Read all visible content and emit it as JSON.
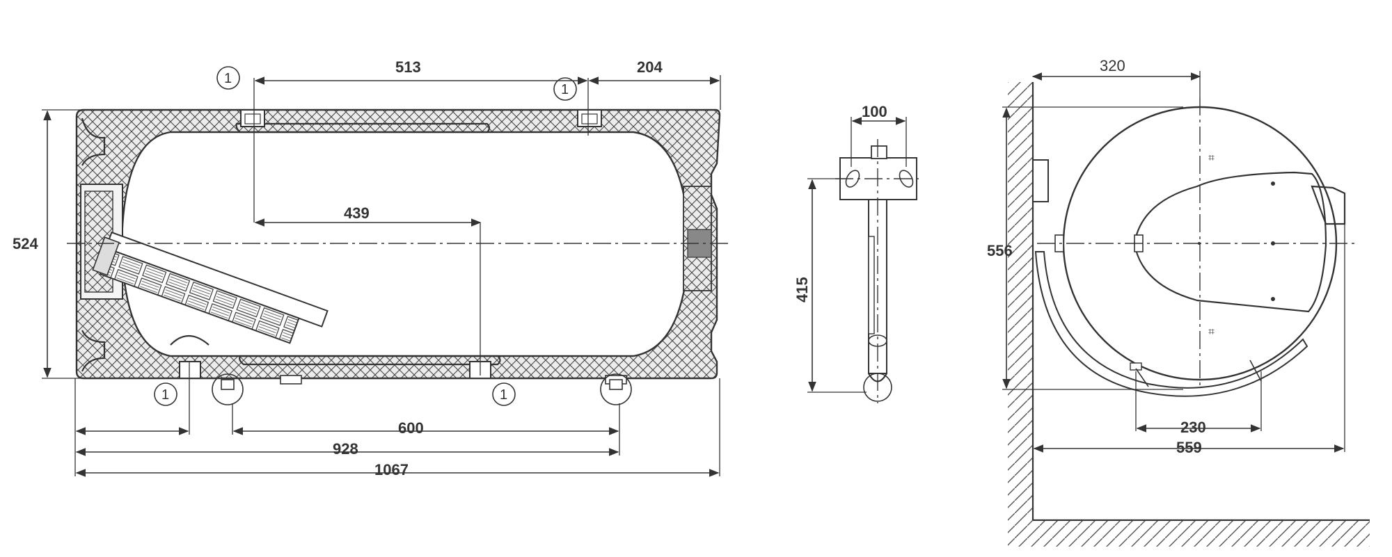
{
  "dimensions": {
    "d513": "513",
    "d204": "204",
    "d439": "439",
    "d524": "524",
    "d600": "600",
    "d928": "928",
    "d1067": "1067",
    "d100": "100",
    "d415": "415",
    "d320": "320",
    "d556": "556",
    "d230": "230",
    "d559": "559"
  },
  "markers": {
    "connection": "1"
  },
  "colors": {
    "line": "#333333",
    "insulation_fill": "#e9e9e9"
  }
}
